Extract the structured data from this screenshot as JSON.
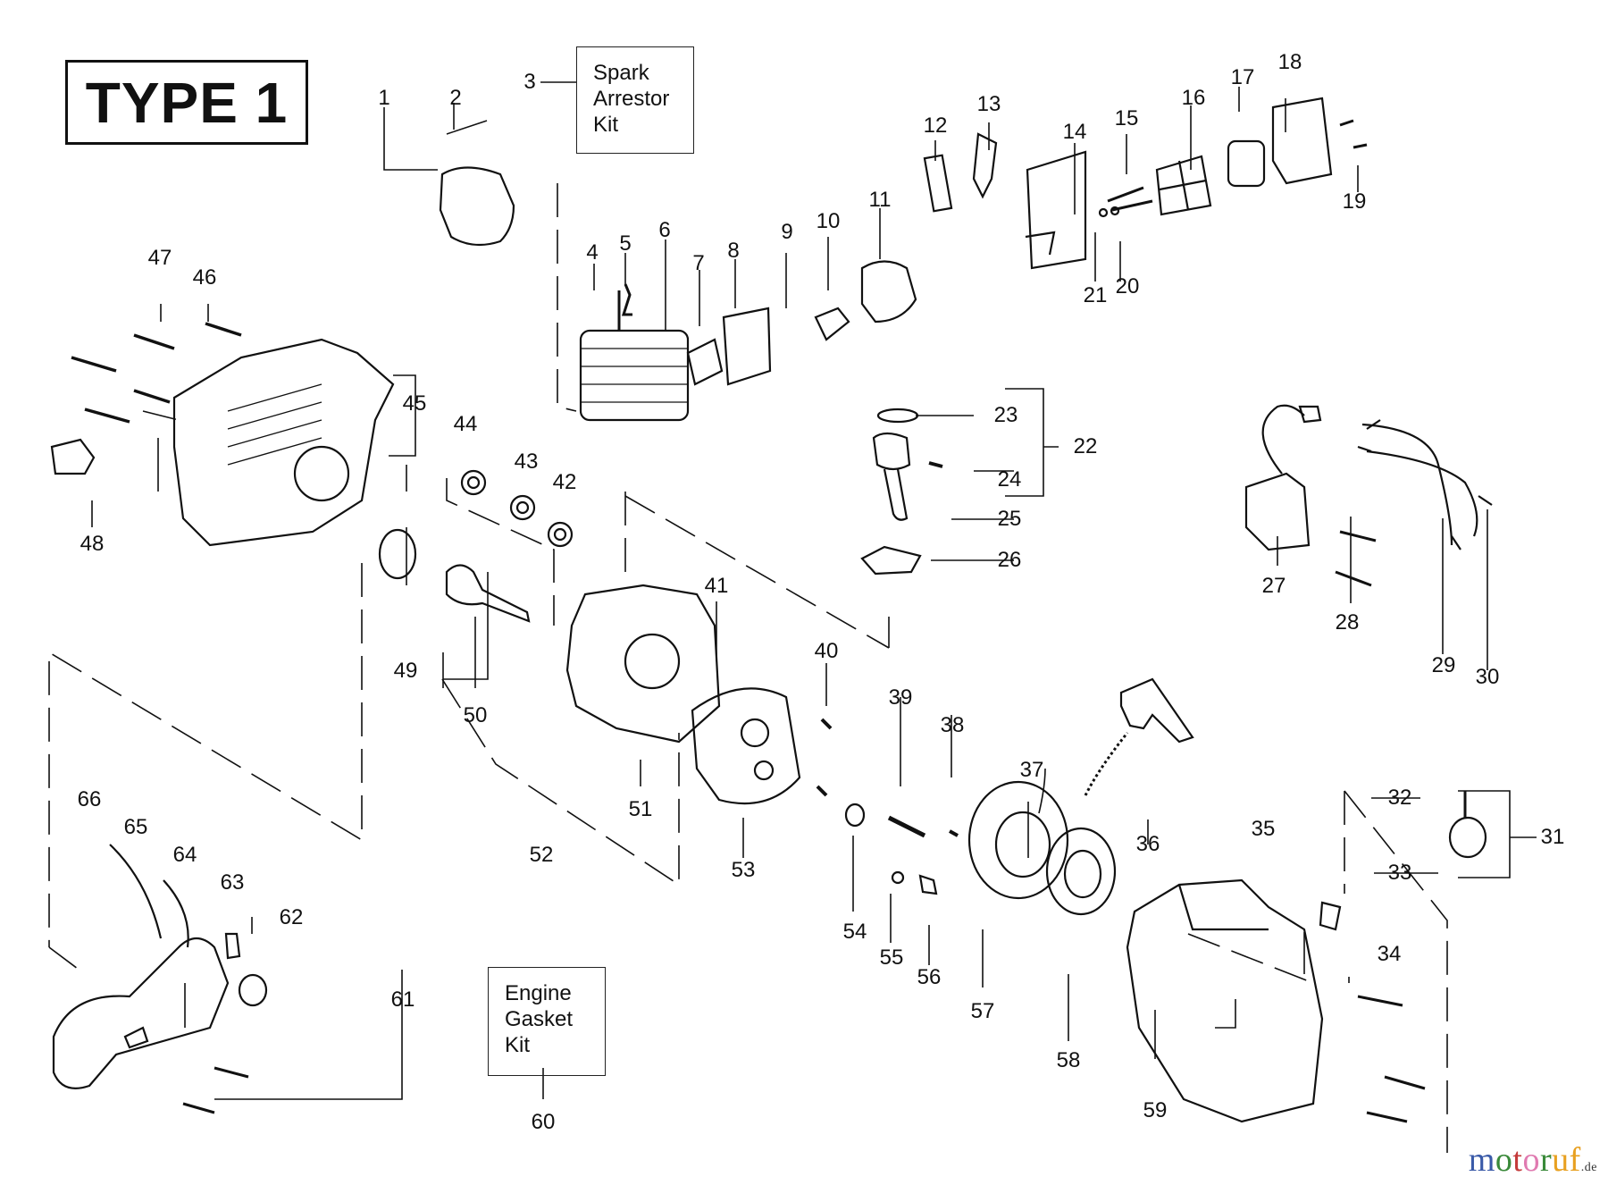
{
  "diagram": {
    "title": "TYPE 1",
    "kits": [
      {
        "id": "spark-arrestor-kit",
        "callout": "3",
        "lines": [
          "Spark",
          "Arrestor",
          "Kit"
        ]
      },
      {
        "id": "engine-gasket-kit",
        "callout": "60",
        "lines": [
          "Engine",
          "Gasket",
          "Kit"
        ]
      }
    ],
    "callouts": [
      "1",
      "2",
      "3",
      "4",
      "5",
      "6",
      "7",
      "8",
      "9",
      "10",
      "11",
      "12",
      "13",
      "14",
      "15",
      "16",
      "17",
      "18",
      "19",
      "20",
      "21",
      "22",
      "23",
      "24",
      "25",
      "26",
      "27",
      "28",
      "29",
      "30",
      "31",
      "32",
      "33",
      "34",
      "35",
      "36",
      "37",
      "38",
      "39",
      "40",
      "41",
      "42",
      "43",
      "44",
      "45",
      "46",
      "47",
      "48",
      "49",
      "50",
      "51",
      "52",
      "53",
      "54",
      "55",
      "56",
      "57",
      "58",
      "59",
      "60",
      "61",
      "62",
      "63",
      "64",
      "65",
      "66"
    ],
    "watermark": {
      "letters": [
        {
          "ch": "m",
          "color": "#3a5aa8"
        },
        {
          "ch": "o",
          "color": "#3a8a3a"
        },
        {
          "ch": "t",
          "color": "#c43a3a"
        },
        {
          "ch": "o",
          "color": "#e07ab0"
        },
        {
          "ch": "r",
          "color": "#3a8a3a"
        },
        {
          "ch": "u",
          "color": "#e8a020"
        },
        {
          "ch": "f",
          "color": "#e8a020"
        }
      ],
      "suffix": ".de"
    }
  }
}
